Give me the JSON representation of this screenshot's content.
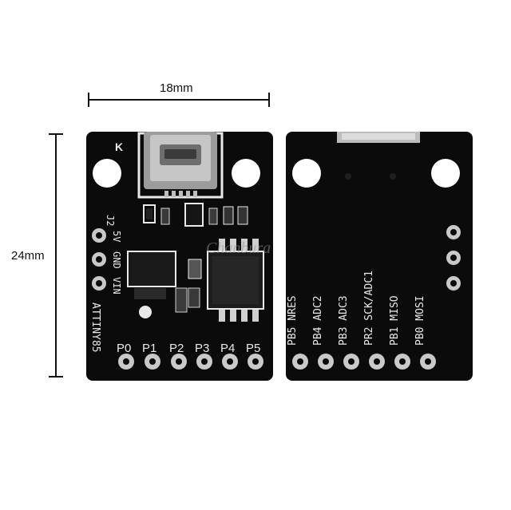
{
  "dimensions": {
    "width_label": "18mm",
    "height_label": "24mm"
  },
  "front_board": {
    "corner_mark": "K",
    "header_label": "J2",
    "power_pins": [
      "5V",
      "GND",
      "VIN"
    ],
    "chip_label": "ATTINY85",
    "pin_labels": [
      "P0",
      "P1",
      "P2",
      "P3",
      "P4",
      "P5"
    ]
  },
  "back_board": {
    "pin_labels": [
      "PB5 NRES",
      "PB4 ADC2",
      "PB3 ADC3",
      "PR2 SCK/ADC1",
      "PB1 MISO",
      "PB0 MOSI"
    ]
  },
  "watermark": "Chanbura",
  "colors": {
    "background": "#ffffff",
    "pcb": "#0b0b0c",
    "silkscreen": "#e9e9e9",
    "pad_gold": "#c9c9c9"
  }
}
